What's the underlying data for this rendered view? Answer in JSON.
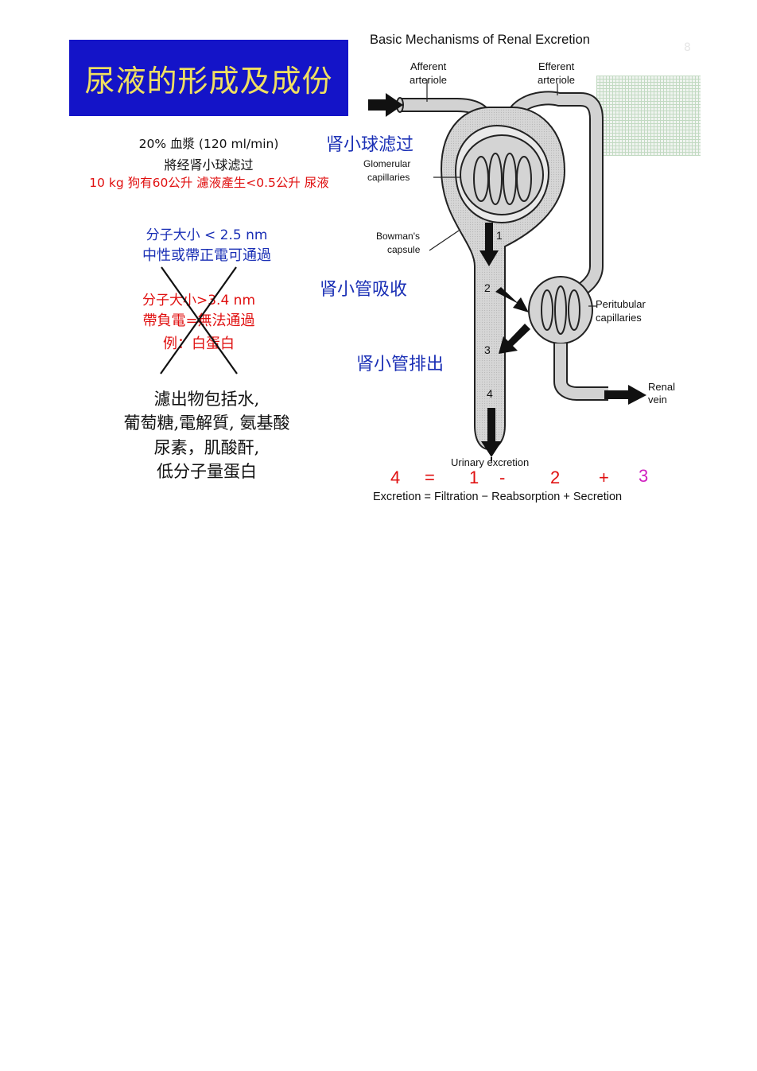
{
  "title": "尿液的形成及成份",
  "page_number": "8",
  "left_notes": {
    "line1": "20% 血漿 (120 ml/min)",
    "line2": "將经肾小球滤过",
    "line3": "10 kg 狗有60公升 濾液產生<0.5公升 尿液",
    "pass_line1": "分子大小 < 2.5 nm",
    "pass_line2": "中性或帶正電可通過",
    "block_line1": "分子大小>3.4 nm",
    "block_line2": "帶負電=無法通過",
    "block_line3": "例：白蛋白",
    "filtrate_line1": "濾出物包括水,",
    "filtrate_line2": "葡萄糖,電解質, 氨基酸",
    "filtrate_line3": "尿素，肌酸酐,",
    "filtrate_line4": "低分子量蛋白"
  },
  "process_labels": {
    "filtration": "肾小球滤过",
    "reabsorption": "肾小管吸收",
    "secretion": "肾小管排出"
  },
  "diagram": {
    "title": "Basic Mechanisms of Renal Excretion",
    "afferent_1": "Afferent",
    "afferent_2": "arteriole",
    "efferent_1": "Efferent",
    "efferent_2": "arteriole",
    "glomerular_1": "Glomerular",
    "glomerular_2": "capillaries",
    "bowman_1": "Bowman's",
    "bowman_2": "capsule",
    "peritubular_1": "Peritubular",
    "peritubular_2": "capillaries",
    "renal_1": "Renal",
    "renal_2": "vein",
    "urinary": "Urinary excretion",
    "n1": "1",
    "n2": "2",
    "n3": "3",
    "n4": "4",
    "equation_text": "Excretion  =  Filtration  −  Reabsorption  +  Secretion"
  },
  "equation_numbers": {
    "a": "4",
    "eq": "=",
    "b": "1",
    "minus": "-",
    "c": "2",
    "plus": "+",
    "d": "3"
  },
  "colors": {
    "title_bg": "#1414c8",
    "title_text": "#f0e060",
    "red": "#e01010",
    "blue": "#1a2fb5",
    "magenta": "#d020c0"
  }
}
